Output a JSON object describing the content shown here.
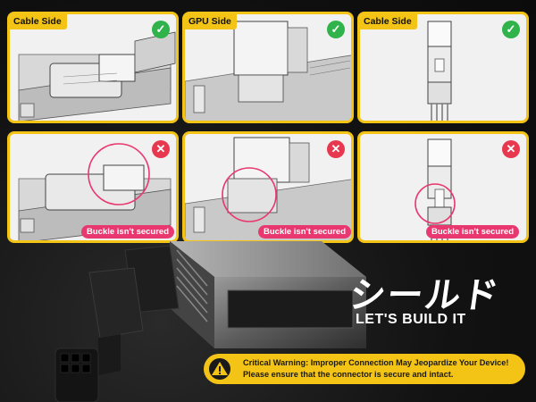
{
  "panels": [
    {
      "label": "Cable Side",
      "status": "ok",
      "mark": "✓"
    },
    {
      "label": "GPU Side",
      "status": "ok",
      "mark": "✓"
    },
    {
      "label": "Cable Side",
      "status": "ok",
      "mark": "✓"
    },
    {
      "label": "",
      "status": "bad",
      "mark": "✕",
      "note": "Buckle isn't secured"
    },
    {
      "label": "",
      "status": "bad",
      "mark": "✕",
      "note": "Buckle isn't secured"
    },
    {
      "label": "",
      "status": "bad",
      "mark": "✕",
      "note": "Buckle isn't secured"
    }
  ],
  "brand": {
    "logo_text": "シールド",
    "slogan": "LET'S BUILD IT"
  },
  "warning": {
    "line1": "Critical Warning: Improper Connection May Jeopardize Your Device!",
    "line2": "Please ensure that the connector is secure and intact."
  },
  "colors": {
    "accent": "#f3c316",
    "ok": "#2fb34a",
    "error": "#e8384f",
    "highlight": "#e8386f"
  }
}
